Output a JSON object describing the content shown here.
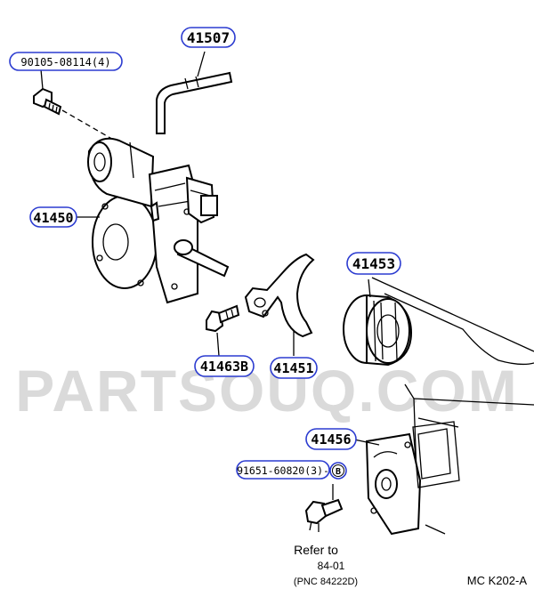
{
  "colors": {
    "callout_outline": "#2b3bd0",
    "line_art": "#000000",
    "watermark": "#bcbcbc",
    "background": "#ffffff"
  },
  "watermark": "PARTSOUQ.COM",
  "labels": {
    "p41507": "41507",
    "p90105": "90105-08114(4)",
    "p41450": "41450",
    "p41453": "41453",
    "p41463b": "41463B",
    "p41451": "41451",
    "p41456": "41456",
    "p91651": "91651-60820(3)-",
    "marker_b": "B"
  },
  "refer": {
    "line1": "Refer to",
    "line2": "84-01",
    "line3": "(PNC 84222D)"
  },
  "diagram_code": "MC  K202-A"
}
